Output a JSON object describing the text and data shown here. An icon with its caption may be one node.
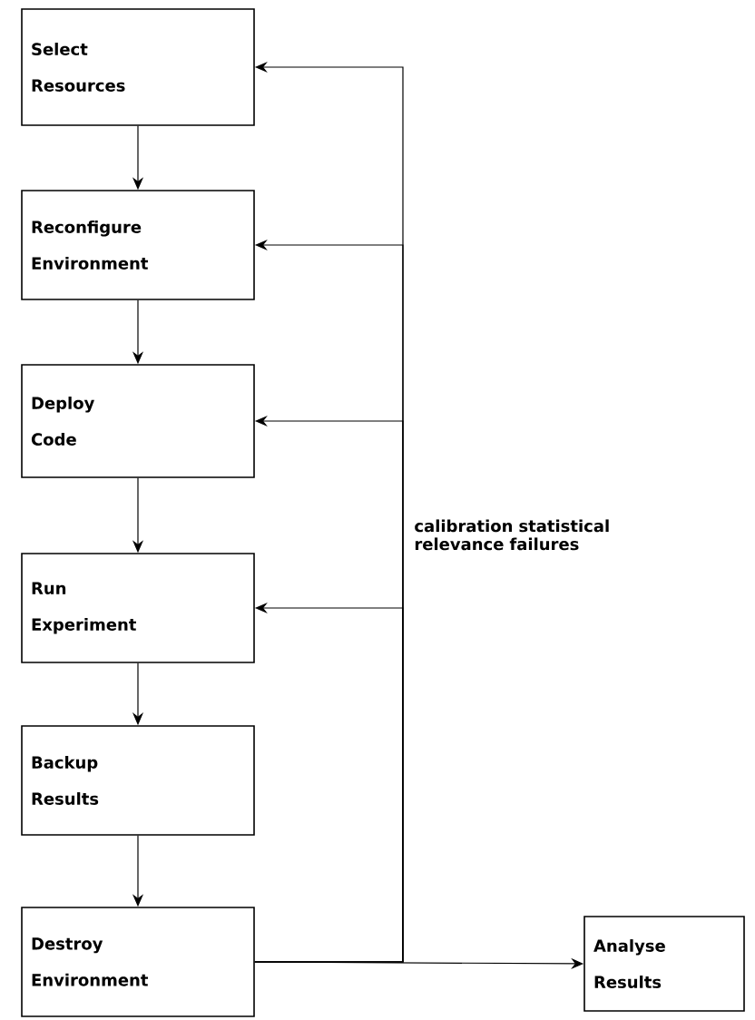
{
  "diagram": {
    "nodes": [
      {
        "text": [
          "Select Resources"
        ]
      },
      {
        "text": [
          "Reconfigure Environment"
        ]
      },
      {
        "text": [
          "Deploy Code"
        ]
      },
      {
        "text": [
          "Run Experiment"
        ]
      },
      {
        "text": [
          "Backup Results"
        ]
      },
      {
        "text": [
          "Destroy Environment"
        ]
      },
      {
        "text": [
          "Analyse Results"
        ]
      }
    ],
    "edges": [
      {
        "from": 0,
        "to": 1,
        "arrow": "to"
      },
      {
        "from": 1,
        "to": 2,
        "arrow": "to"
      },
      {
        "from": 2,
        "to": 3,
        "arrow": "to"
      },
      {
        "from": 3,
        "to": 4,
        "arrow": "to"
      },
      {
        "from": 4,
        "to": 5,
        "arrow": "to"
      },
      {
        "from": 5,
        "to": 6,
        "arrow": "to"
      },
      {
        "from": 5,
        "to": 0,
        "arrow": "to"
      },
      {
        "from": 5,
        "to": 1,
        "arrow": "to"
      },
      {
        "from": 5,
        "to": 2,
        "arrow": "to"
      },
      {
        "from": 5,
        "to": 3,
        "arrow": "to"
      }
    ],
    "labels": [
      "calibration statistical relevance failures"
    ]
  }
}
